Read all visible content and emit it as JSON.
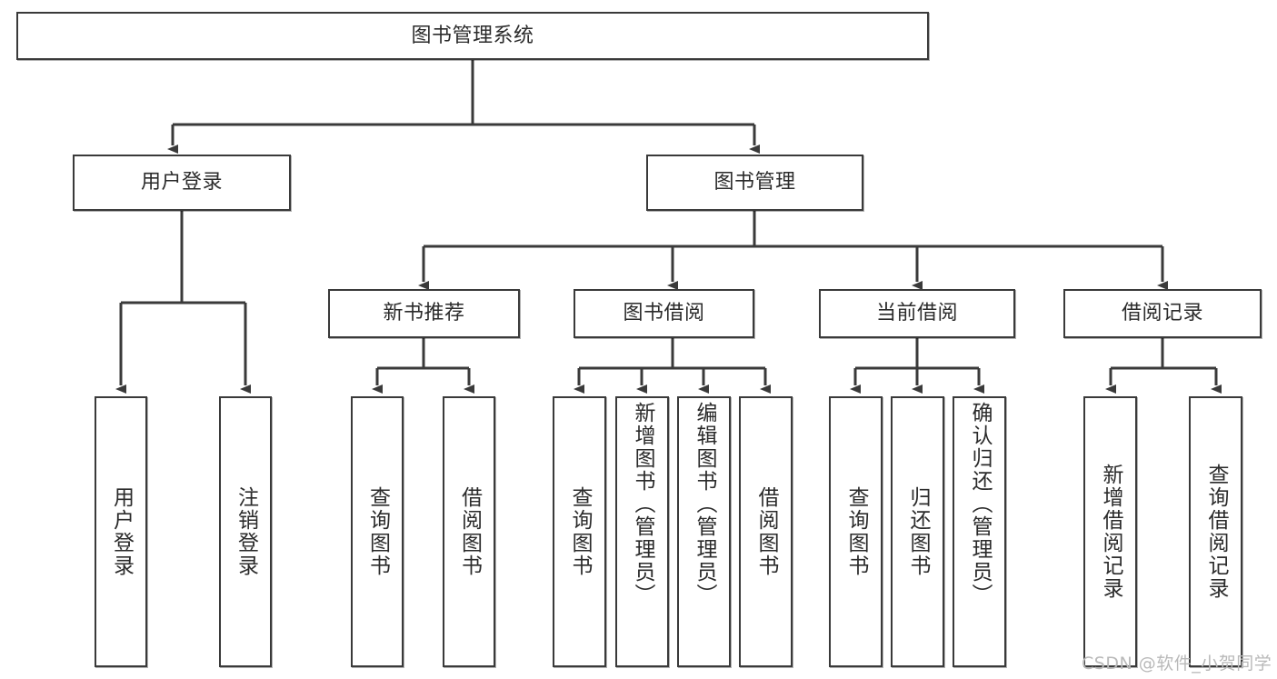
{
  "diagram": {
    "title": "图书管理系统",
    "type": "hierarchy-tree",
    "colors": {
      "box_border": "#3a3a3a",
      "box_fill": "#ffffff",
      "edge": "#3a3a3a",
      "text": "#2b2b2b",
      "watermark": "#b9b9b9"
    },
    "nodes": [
      {
        "id": "root",
        "label": "图书管理系统",
        "level": 0,
        "orientation": "horizontal"
      },
      {
        "id": "user-login",
        "label": "用户登录",
        "level": 1,
        "orientation": "horizontal"
      },
      {
        "id": "book-mgmt",
        "label": "图书管理",
        "level": 1,
        "orientation": "horizontal"
      },
      {
        "id": "new-book-rec",
        "label": "新书推荐",
        "level": 2,
        "orientation": "horizontal"
      },
      {
        "id": "book-borrow",
        "label": "图书借阅",
        "level": 2,
        "orientation": "horizontal"
      },
      {
        "id": "current-borrow",
        "label": "当前借阅",
        "level": 2,
        "orientation": "horizontal"
      },
      {
        "id": "borrow-record",
        "label": "借阅记录",
        "level": 2,
        "orientation": "horizontal"
      },
      {
        "id": "leaf-1",
        "label": "用户登录",
        "level": 3,
        "orientation": "vertical",
        "parent": "user-login"
      },
      {
        "id": "leaf-2",
        "label": "注销登录",
        "level": 3,
        "orientation": "vertical",
        "parent": "user-login"
      },
      {
        "id": "leaf-3",
        "label": "查询图书",
        "level": 3,
        "orientation": "vertical",
        "parent": "new-book-rec"
      },
      {
        "id": "leaf-4",
        "label": "借阅图书",
        "level": 3,
        "orientation": "vertical",
        "parent": "new-book-rec"
      },
      {
        "id": "leaf-5",
        "label": "查询图书",
        "level": 3,
        "orientation": "vertical",
        "parent": "book-borrow"
      },
      {
        "id": "leaf-6",
        "label": "新增图书（管理员）",
        "level": 3,
        "orientation": "vertical",
        "parent": "book-borrow"
      },
      {
        "id": "leaf-7",
        "label": "编辑图书（管理员）",
        "level": 3,
        "orientation": "vertical",
        "parent": "book-borrow"
      },
      {
        "id": "leaf-8",
        "label": "借阅图书",
        "level": 3,
        "orientation": "vertical",
        "parent": "book-borrow"
      },
      {
        "id": "leaf-9",
        "label": "查询图书",
        "level": 3,
        "orientation": "vertical",
        "parent": "current-borrow"
      },
      {
        "id": "leaf-10",
        "label": "归还图书",
        "level": 3,
        "orientation": "vertical",
        "parent": "current-borrow"
      },
      {
        "id": "leaf-11",
        "label": "确认归还（管理员）",
        "level": 3,
        "orientation": "vertical",
        "parent": "current-borrow"
      },
      {
        "id": "leaf-12",
        "label": "新增借阅记录",
        "level": 3,
        "orientation": "vertical",
        "parent": "borrow-record"
      },
      {
        "id": "leaf-13",
        "label": "查询借阅记录",
        "level": 3,
        "orientation": "vertical",
        "parent": "borrow-record"
      }
    ],
    "watermark": "CSDN @软件_小贺同学"
  }
}
